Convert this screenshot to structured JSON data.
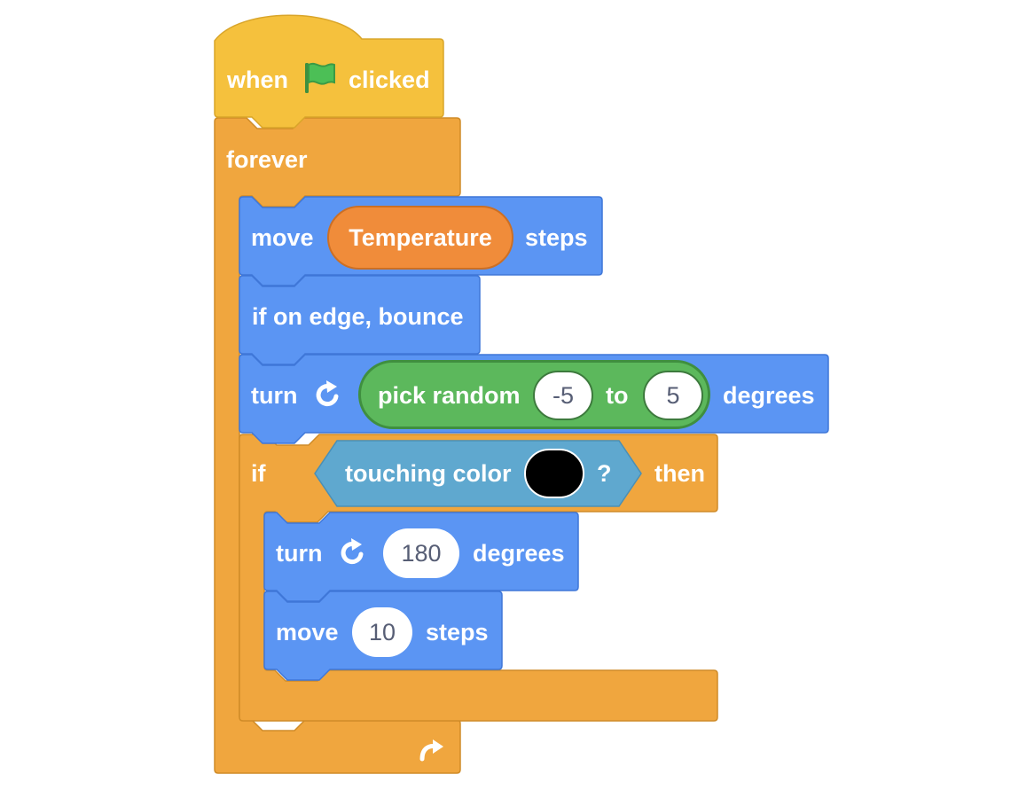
{
  "colors": {
    "events": "#f5c13d",
    "control": "#f0a63e",
    "motion": "#5b95f3",
    "operators": "#5cb85c",
    "sensing": "#5fa8cf",
    "variables": "#f08c3a"
  },
  "hat": {
    "prefix": "when",
    "icon": "green-flag-icon",
    "suffix": "clicked"
  },
  "forever": {
    "label": "forever",
    "icon": "loop-arrow-icon"
  },
  "move_var": {
    "prefix": "move",
    "reporter": "Temperature",
    "suffix": "steps"
  },
  "bounce": {
    "label": "if on edge, bounce"
  },
  "turn_random": {
    "prefix": "turn",
    "icon": "rotate-clockwise-icon",
    "reporter_label": "pick random",
    "from": "-5",
    "to_label": "to",
    "to": "5",
    "suffix": "degrees"
  },
  "if_block": {
    "prefix": "if",
    "condition_label": "touching color",
    "color_swatch": "#000000",
    "question": "?",
    "suffix": "then"
  },
  "turn_180": {
    "prefix": "turn",
    "icon": "rotate-clockwise-icon",
    "value": "180",
    "suffix": "degrees"
  },
  "move_10": {
    "prefix": "move",
    "value": "10",
    "suffix": "steps"
  }
}
